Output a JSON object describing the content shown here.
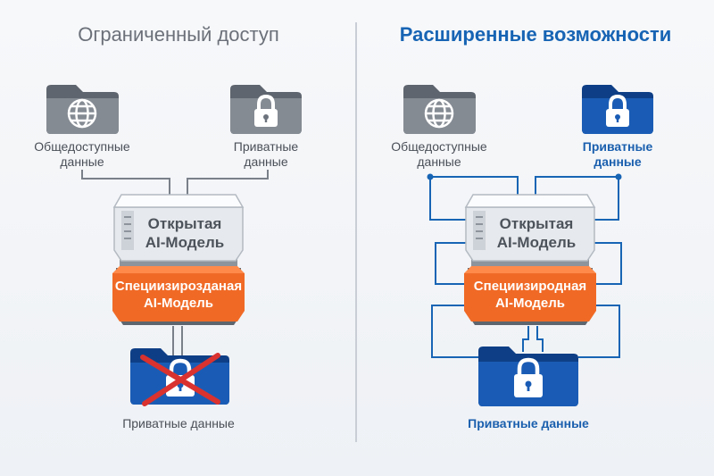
{
  "left": {
    "title": "Ограниченный доступ",
    "public_data_label": "Общедоступные данные",
    "private_data_label": "Приватные данные",
    "open_model_label": "Открытая AI-Модель",
    "specialized_model_label": "Специизирозданая AI-Модель",
    "bottom_label": "Приватные данные"
  },
  "right": {
    "title": "Расширенные возможности",
    "public_data_label": "Общедоступные данные",
    "private_data_label": "Приватные данные",
    "open_model_label": "Открытая AI-Модель",
    "specialized_model_label": "Специизиродная AI-Модель",
    "bottom_label": "Приватные данные"
  },
  "colors": {
    "gray_folder": "#6d737c",
    "blue_folder": "#1456a8",
    "orange_model": "#f0702b",
    "accent_blue": "#1764b4",
    "cross_red": "#d9322f"
  },
  "icons": {
    "public": "globe-icon",
    "private": "lock-icon",
    "blocked": "cross-icon"
  }
}
